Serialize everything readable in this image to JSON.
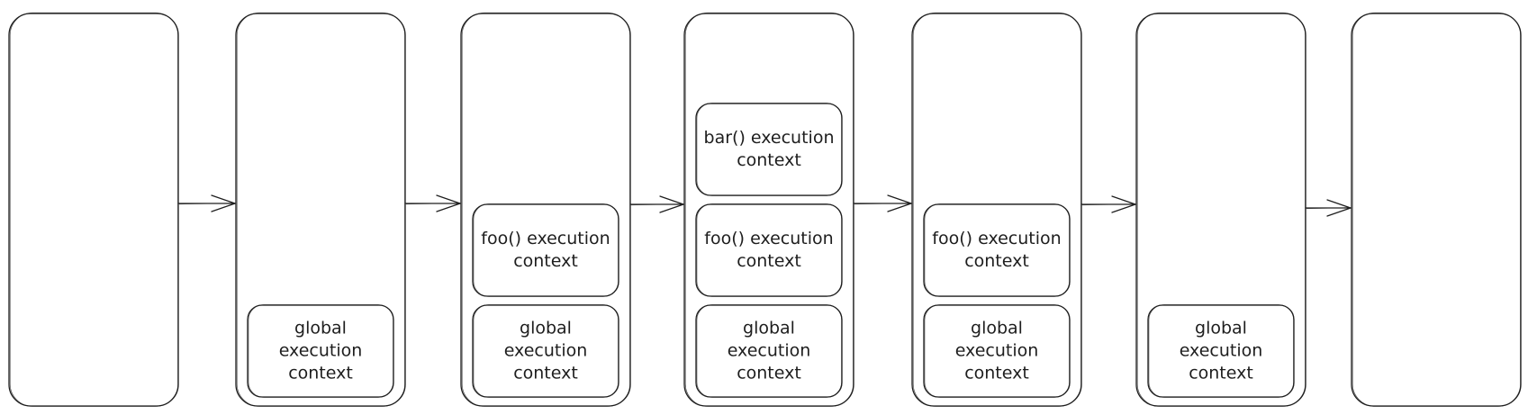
{
  "colors": {
    "stroke": "#1e1e1e",
    "background": "#ffffff"
  },
  "stack_frames": [
    {
      "contexts": []
    },
    {
      "contexts": [
        {
          "lines": [
            "global",
            "execution",
            "context"
          ]
        }
      ]
    },
    {
      "contexts": [
        {
          "lines": [
            "foo() execution",
            "context"
          ]
        },
        {
          "lines": [
            "global",
            "execution",
            "context"
          ]
        }
      ]
    },
    {
      "contexts": [
        {
          "lines": [
            "bar() execution",
            "context"
          ]
        },
        {
          "lines": [
            "foo() execution",
            "context"
          ]
        },
        {
          "lines": [
            "global",
            "execution",
            "context"
          ]
        }
      ]
    },
    {
      "contexts": [
        {
          "lines": [
            "foo() execution",
            "context"
          ]
        },
        {
          "lines": [
            "global",
            "execution",
            "context"
          ]
        }
      ]
    },
    {
      "contexts": [
        {
          "lines": [
            "global",
            "execution",
            "context"
          ]
        }
      ]
    },
    {
      "contexts": []
    }
  ],
  "arrow_count": 6
}
